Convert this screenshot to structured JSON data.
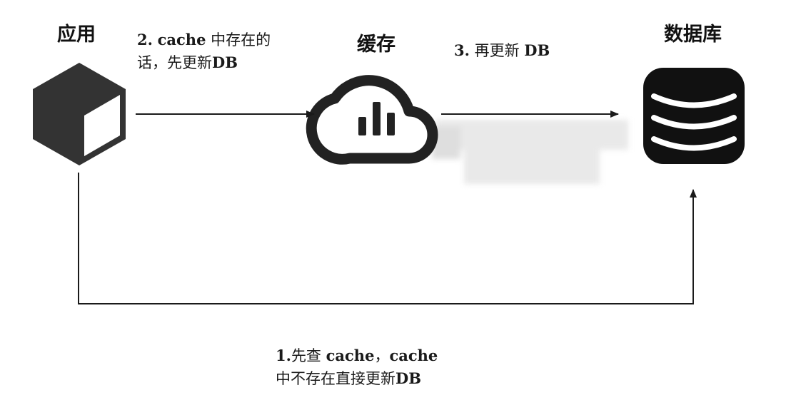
{
  "nodes": {
    "app": {
      "title": "应用",
      "icon": "cube-icon"
    },
    "cache": {
      "title": "缓存",
      "icon": "cloud-chart-icon"
    },
    "db": {
      "title": "数据库",
      "icon": "database-icon"
    }
  },
  "edges": {
    "app_to_cache": {
      "step": "2.",
      "term": "cache",
      "line1_rest": " 中存在的",
      "line2_text": "话，先更新",
      "line2_db": "DB"
    },
    "cache_to_db": {
      "step": "3.",
      "text": " 再更新 ",
      "db": "DB"
    },
    "app_to_db": {
      "step": "1.",
      "line1_text": "先查 ",
      "term1": "cache",
      "sep": "，",
      "term2": "cache",
      "line2_text": "中不存在直接更新",
      "line2_db": "DB"
    }
  }
}
